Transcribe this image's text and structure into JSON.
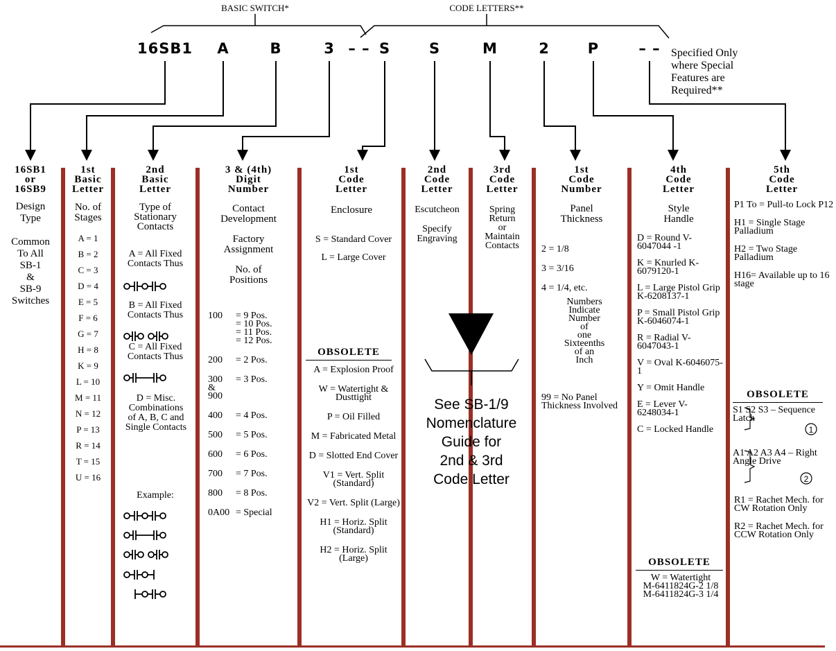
{
  "header": {
    "basic_switch_label": "BASIC SWITCH*",
    "code_letters_label": "CODE LETTERS**",
    "codes": [
      "16SB1",
      "A",
      "B",
      "3",
      "S",
      "S",
      "M",
      "2",
      "P"
    ],
    "dash": "– –",
    "dash2": "– –",
    "specified_note": [
      "Specified Only",
      "where Special",
      "Features are",
      "Required**"
    ]
  },
  "columns": {
    "c1": {
      "heading": [
        "16SB1",
        "or",
        "16SB9"
      ],
      "lines": [
        "Design",
        "Type",
        "",
        "Common",
        "To All",
        "SB-1",
        "&",
        "SB-9",
        "Switches"
      ]
    },
    "c2": {
      "heading": [
        "1st",
        "Basic",
        "Letter"
      ],
      "subtitle": [
        "No. of",
        "Stages"
      ],
      "items": [
        "A = 1",
        "B = 2",
        "C = 3",
        "D = 4",
        "E = 5",
        "F = 6",
        "G = 7",
        "H = 8",
        "K = 9",
        "L = 10",
        "M = 11",
        "N = 12",
        "P = 13",
        "R = 14",
        "T = 15",
        "U = 16"
      ]
    },
    "c3": {
      "heading": [
        "2nd",
        "Basic",
        "Letter"
      ],
      "subtitle": [
        "Type of",
        "Stationary",
        "Contacts"
      ],
      "a": "A = All Fixed Contacts Thus",
      "b": "B = All Fixed Contacts Thus",
      "c": "C = All Fixed Contacts Thus",
      "d": "D = Misc. Combinations of A, B, C and Single Contacts",
      "example": "Example:"
    },
    "c4": {
      "heading": [
        "3 & (4th)",
        "Digit",
        "Number"
      ],
      "sub1": [
        "Contact",
        "Development"
      ],
      "sub2": [
        "Factory",
        "Assignment"
      ],
      "sub3": [
        "No. of",
        "Positions"
      ],
      "items": [
        {
          "k": "100",
          "v": "= 9 Pos.\n= 10 Pos.\n= 11 Pos.\n= 12 Pos."
        },
        {
          "k": "200",
          "v": "= 2 Pos."
        },
        {
          "k": "300\n&\n900",
          "v": "= 3 Pos."
        },
        {
          "k": "400",
          "v": "= 4 Pos."
        },
        {
          "k": "500",
          "v": "= 5 Pos."
        },
        {
          "k": "600",
          "v": "= 6 Pos."
        },
        {
          "k": "700",
          "v": "= 7 Pos."
        },
        {
          "k": "800",
          "v": "= 8 Pos."
        },
        {
          "k": "0A00",
          "v": "= Special"
        }
      ]
    },
    "c5": {
      "heading": [
        "1st",
        "Code",
        "Letter"
      ],
      "subtitle": "Enclosure",
      "items": [
        "S = Standard Cover",
        "L = Large Cover"
      ],
      "obsolete": "OBSOLETE",
      "obsolete_items": [
        "A = Explosion Proof",
        "W = Watertight & Dusttight",
        "P = Oil Filled",
        "M = Fabricated Metal",
        "D = Slotted End Cover",
        "V1 = Vert. Split (Standard)",
        "V2 = Vert. Split (Large)",
        "H1 = Horiz. Split (Standard)",
        "H2 = Horiz. Split (Large)"
      ]
    },
    "c6": {
      "heading": [
        "2nd",
        "Code",
        "Letter"
      ],
      "lines": [
        "Escutcheon",
        "",
        "Specify",
        "Engraving"
      ]
    },
    "c7": {
      "heading": [
        "3rd",
        "Code",
        "Letter"
      ],
      "lines": [
        "Spring",
        "Return",
        "or",
        "Maintain",
        "Contacts"
      ]
    },
    "c8": {
      "heading": [
        "1st",
        "Code",
        "Number"
      ],
      "subtitle": [
        "Panel",
        "Thickness"
      ],
      "items": [
        "2 = 1/8",
        "3 = 3/16",
        "4 = 1/4, etc."
      ],
      "note": [
        "Numbers",
        "Indicate",
        "Number",
        "of",
        "one",
        "Sixteenths",
        "of an",
        "Inch"
      ],
      "last": "99 = No Panel Thickness Involved"
    },
    "c9": {
      "heading": [
        "4th",
        "Code",
        "Letter"
      ],
      "subtitle": [
        "Style",
        "Handle"
      ],
      "items": [
        "D = Round V-6047044 -1",
        "K = Knurled K-6079120-1",
        "L = Large Pistol Grip K-6208137-1",
        "P = Small Pistol Grip K-6046074-1",
        "R = Radial V-6047043-1",
        "V = Oval K-6046075-1",
        "Y = Omit Handle",
        "E = Lever V-6248034-1",
        "C = Locked Handle"
      ],
      "obsolete": "OBSOLETE",
      "obsolete_items": [
        "W = Watertight",
        "M-6411824G-2 1/8",
        "M-6411824G-3 1/4"
      ]
    },
    "c10": {
      "heading": [
        "5th",
        "Code",
        "Letter"
      ],
      "items": [
        "P1 To = Pull-to Lock P12",
        "H1 = Single Stage Palladium",
        "H2 = Two Stage Palladium",
        "H16= Available up to 16 stage"
      ],
      "obsolete": "OBSOLETE",
      "group1": "S1 S2 S3 – Sequence Latch",
      "group1_mark": "1",
      "group2": "A1 A2 A3 A4 – Right Angle Drive",
      "group2_mark": "2",
      "items2": [
        "R1 = Rachet Mech. for CW Rotation Only",
        "R2 = Rachet Mech. for CCW Rotation Only"
      ]
    }
  },
  "center_note": [
    "See SB-1/9",
    "Nomenclature",
    "Guide for",
    "2nd & 3rd",
    "Code Letter"
  ],
  "colors": {
    "divider": "#9b2f25",
    "ink": "#000000"
  }
}
